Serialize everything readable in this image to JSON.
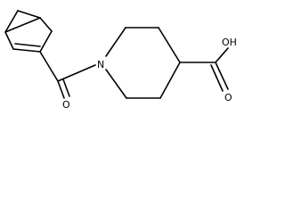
{
  "molecule": {
    "atoms": {
      "nitrogen": "N",
      "carbonyl_oxygen": "O",
      "hydroxyl": "OH",
      "acid_oxygen": "O"
    }
  }
}
